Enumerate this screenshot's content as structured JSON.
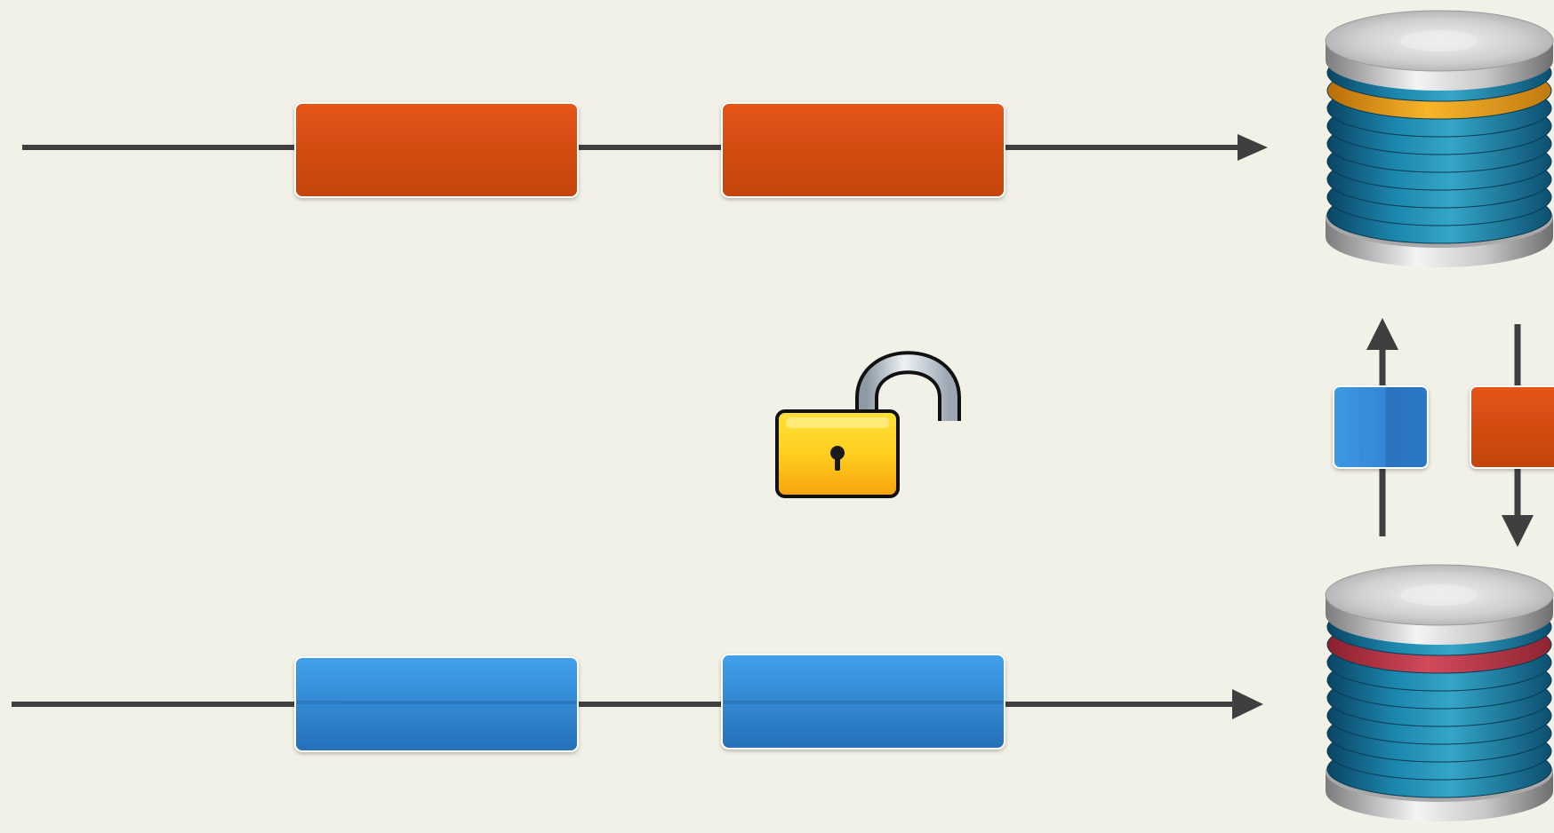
{
  "diagram": {
    "top_timeline": {
      "arrow_direction": "right",
      "block_color": "orange",
      "block_count": 2,
      "target": "database"
    },
    "bottom_timeline": {
      "arrow_direction": "right",
      "block_color": "blue",
      "block_count": 2,
      "target": "database"
    },
    "center_icon": "unlocked-padlock-icon",
    "sync": {
      "up_block_color": "blue",
      "down_block_color": "orange"
    },
    "top_database_highlight": "orange",
    "bottom_database_highlight": "red"
  },
  "colors": {
    "background": "#f2f1e8",
    "line": "#3f3f3f",
    "orange_top": "#e55516",
    "orange_bottom": "#c3440c",
    "blue_top": "#41a0ec",
    "blue_bottom": "#2570b8",
    "lock_body_top": "#ffd92a",
    "lock_body_bottom": "#f7a20a",
    "disk_teal": "#1b7fa6",
    "disk_teal_dark": "#0a4563",
    "disk_silver": "#d8d8d8",
    "highlight_orange": "#f3a51c",
    "highlight_red": "#c23a4c"
  }
}
